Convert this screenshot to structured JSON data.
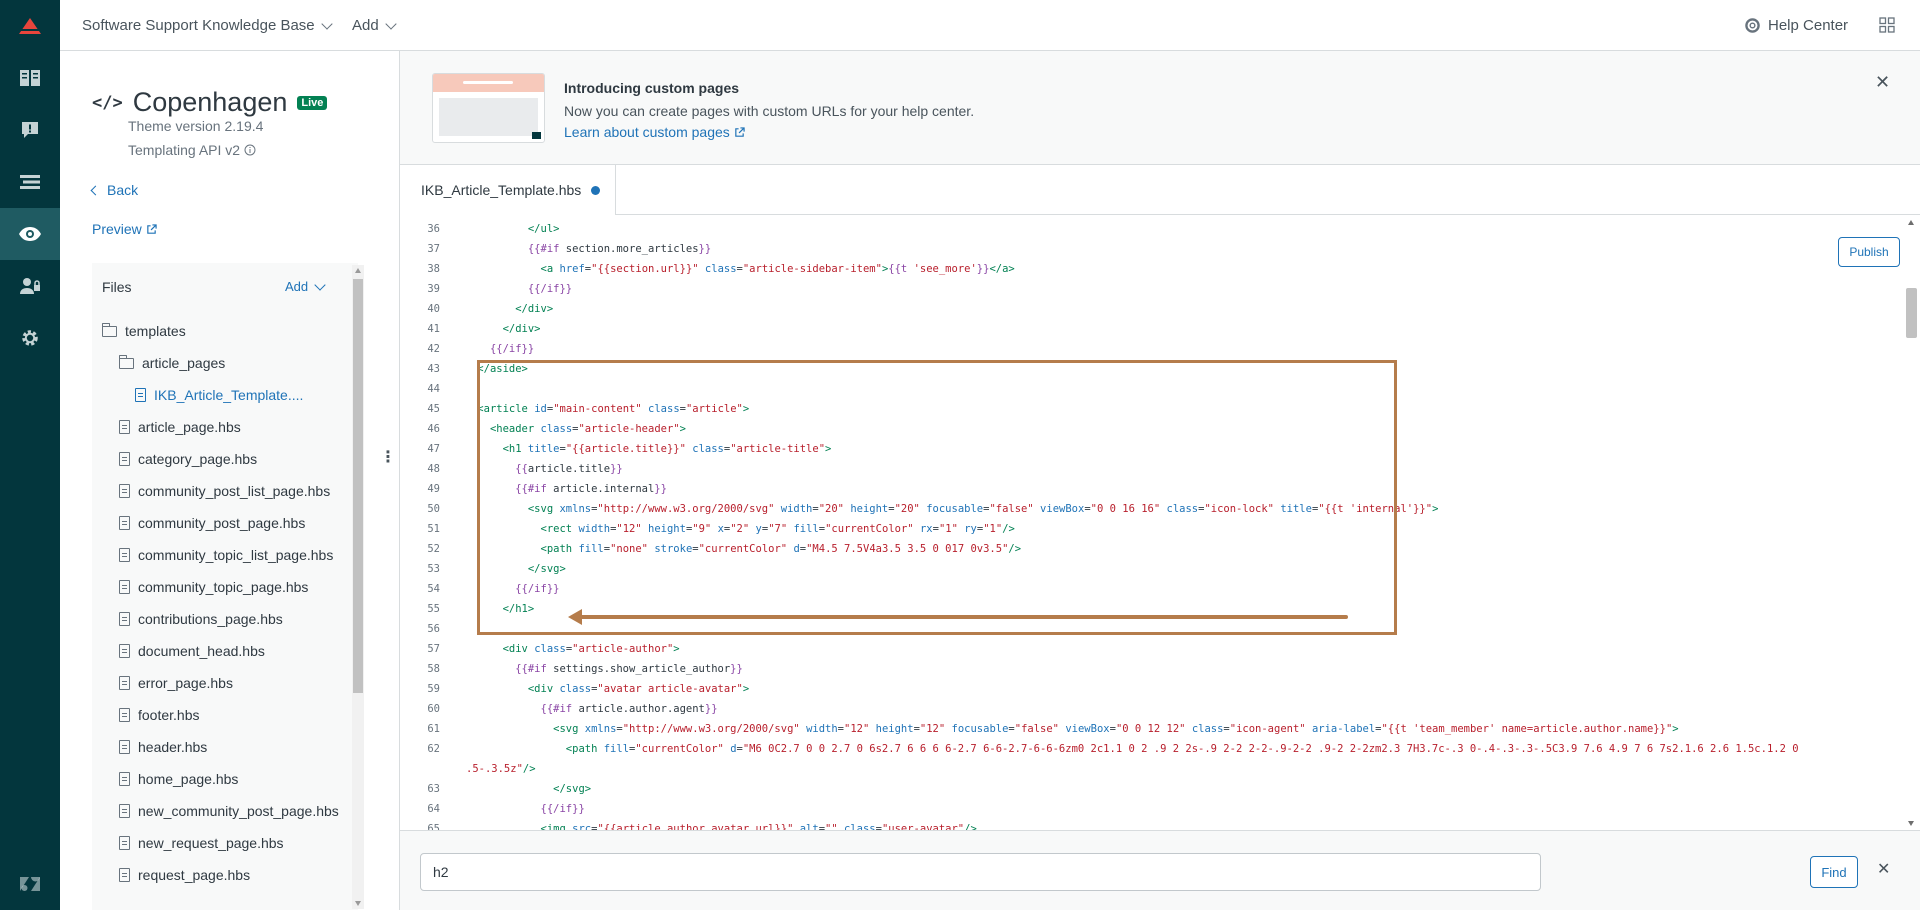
{
  "topbar": {
    "brand": "Software Support Knowledge Base",
    "add_label": "Add",
    "help_center": "Help Center"
  },
  "theme": {
    "name": "Copenhagen",
    "live_badge": "Live",
    "version": "Theme version 2.19.4",
    "api": "Templating API v2",
    "back": "Back",
    "preview": "Preview"
  },
  "files": {
    "heading": "Files",
    "add_label": "Add",
    "items": [
      {
        "label": "templates",
        "type": "folder"
      },
      {
        "label": "article_pages",
        "type": "folder"
      },
      {
        "label": "IKB_Article_Template....",
        "type": "file-selected"
      },
      {
        "label": "article_page.hbs",
        "type": "file"
      },
      {
        "label": "category_page.hbs",
        "type": "file"
      },
      {
        "label": "community_post_list_page.hbs",
        "type": "file"
      },
      {
        "label": "community_post_page.hbs",
        "type": "file"
      },
      {
        "label": "community_topic_list_page.hbs",
        "type": "file"
      },
      {
        "label": "community_topic_page.hbs",
        "type": "file"
      },
      {
        "label": "contributions_page.hbs",
        "type": "file"
      },
      {
        "label": "document_head.hbs",
        "type": "file"
      },
      {
        "label": "error_page.hbs",
        "type": "file"
      },
      {
        "label": "footer.hbs",
        "type": "file"
      },
      {
        "label": "header.hbs",
        "type": "file"
      },
      {
        "label": "home_page.hbs",
        "type": "file"
      },
      {
        "label": "new_community_post_page.hbs",
        "type": "file"
      },
      {
        "label": "new_request_page.hbs",
        "type": "file"
      },
      {
        "label": "request_page.hbs",
        "type": "file"
      }
    ]
  },
  "banner": {
    "title": "Introducing custom pages",
    "description": "Now you can create pages with custom URLs for your help center.",
    "link": "Learn about custom pages"
  },
  "tab": {
    "label": "IKB_Article_Template.hbs"
  },
  "editor": {
    "publish_label": "Publish",
    "lines": [
      {
        "n": "36",
        "html": "            <span class=\"tag\">&lt;/ul&gt;</span>"
      },
      {
        "n": "37",
        "html": "            <span class=\"hb\">{{#if</span> section.more_articles<span class=\"hb\">}}</span>"
      },
      {
        "n": "38",
        "html": "              <span class=\"tag\">&lt;a</span> <span class=\"attr\">href</span>=<span class=\"str\">\"{{section.url}}\"</span> <span class=\"attr\">class</span>=<span class=\"str\">\"article-sidebar-item\"</span><span class=\"tag\">&gt;</span><span class=\"hb\">{{t</span> <span class=\"str\">'see_more'</span><span class=\"hb\">}}</span><span class=\"tag\">&lt;/a&gt;</span>"
      },
      {
        "n": "39",
        "html": "            <span class=\"hb\">{{/if}}</span>"
      },
      {
        "n": "40",
        "html": "          <span class=\"tag\">&lt;/div&gt;</span>"
      },
      {
        "n": "41",
        "html": "        <span class=\"tag\">&lt;/div&gt;</span>"
      },
      {
        "n": "42",
        "html": "      <span class=\"hb\">{{/if}}</span>"
      },
      {
        "n": "43",
        "html": "    <span class=\"tag\">&lt;/aside&gt;</span>"
      },
      {
        "n": "44",
        "html": ""
      },
      {
        "n": "45",
        "html": "    <span class=\"tag\">&lt;article</span> <span class=\"attr\">id</span>=<span class=\"str\">\"main-content\"</span> <span class=\"attr\">class</span>=<span class=\"str\">\"article\"</span><span class=\"tag\">&gt;</span>"
      },
      {
        "n": "46",
        "html": "      <span class=\"tag\">&lt;header</span> <span class=\"attr\">class</span>=<span class=\"str\">\"article-header\"</span><span class=\"tag\">&gt;</span>"
      },
      {
        "n": "47",
        "html": "        <span class=\"tag\">&lt;h1</span> <span class=\"attr\">title</span>=<span class=\"str\">\"{{article.title}}\"</span> <span class=\"attr\">class</span>=<span class=\"str\">\"article-title\"</span><span class=\"tag\">&gt;</span>"
      },
      {
        "n": "48",
        "html": "          <span class=\"hb\">{{</span>article.title<span class=\"hb\">}}</span>"
      },
      {
        "n": "49",
        "html": "          <span class=\"hb\">{{#if</span> article.internal<span class=\"hb\">}}</span>"
      },
      {
        "n": "50",
        "html": "            <span class=\"tag\">&lt;svg</span> <span class=\"attr\">xmlns</span>=<span class=\"str\">\"http://www.w3.org/2000/svg\"</span> <span class=\"attr\">width</span>=<span class=\"str\">\"20\"</span> <span class=\"attr\">height</span>=<span class=\"str\">\"20\"</span> <span class=\"attr\">focusable</span>=<span class=\"str\">\"false\"</span> <span class=\"attr\">viewBox</span>=<span class=\"str\">\"0 0 16 16\"</span> <span class=\"attr\">class</span>=<span class=\"str\">\"icon-lock\"</span> <span class=\"attr\">title</span>=<span class=\"str\">\"{{t 'internal'}}\"</span><span class=\"tag\">&gt;</span>"
      },
      {
        "n": "51",
        "html": "              <span class=\"tag\">&lt;rect</span> <span class=\"attr\">width</span>=<span class=\"str\">\"12\"</span> <span class=\"attr\">height</span>=<span class=\"str\">\"9\"</span> <span class=\"attr\">x</span>=<span class=\"str\">\"2\"</span> <span class=\"attr\">y</span>=<span class=\"str\">\"7\"</span> <span class=\"attr\">fill</span>=<span class=\"str\">\"currentColor\"</span> <span class=\"attr\">rx</span>=<span class=\"str\">\"1\"</span> <span class=\"attr\">ry</span>=<span class=\"str\">\"1\"</span><span class=\"tag\">/&gt;</span>"
      },
      {
        "n": "52",
        "html": "              <span class=\"tag\">&lt;path</span> <span class=\"attr\">fill</span>=<span class=\"str\">\"none\"</span> <span class=\"attr\">stroke</span>=<span class=\"str\">\"currentColor\"</span> <span class=\"attr\">d</span>=<span class=\"str\">\"M4.5 7.5V4a3.5 3.5 0 017 0v3.5\"</span><span class=\"tag\">/&gt;</span>"
      },
      {
        "n": "53",
        "html": "            <span class=\"tag\">&lt;/svg&gt;</span>"
      },
      {
        "n": "54",
        "html": "          <span class=\"hb\">{{/if}}</span>"
      },
      {
        "n": "55",
        "html": "        <span class=\"tag\">&lt;/h1&gt;</span>"
      },
      {
        "n": "56",
        "html": ""
      },
      {
        "n": "57",
        "html": "        <span class=\"tag\">&lt;div</span> <span class=\"attr\">class</span>=<span class=\"str\">\"article-author\"</span><span class=\"tag\">&gt;</span>"
      },
      {
        "n": "58",
        "html": "          <span class=\"hb\">{{#if</span> settings.show_article_author<span class=\"hb\">}}</span>"
      },
      {
        "n": "59",
        "html": "            <span class=\"tag\">&lt;div</span> <span class=\"attr\">class</span>=<span class=\"str\">\"avatar article-avatar\"</span><span class=\"tag\">&gt;</span>"
      },
      {
        "n": "60",
        "html": "              <span class=\"hb\">{{#if</span> article.author.agent<span class=\"hb\">}}</span>"
      },
      {
        "n": "61",
        "html": "                <span class=\"tag\">&lt;svg</span> <span class=\"attr\">xmlns</span>=<span class=\"str\">\"http://www.w3.org/2000/svg\"</span> <span class=\"attr\">width</span>=<span class=\"str\">\"12\"</span> <span class=\"attr\">height</span>=<span class=\"str\">\"12\"</span> <span class=\"attr\">focusable</span>=<span class=\"str\">\"false\"</span> <span class=\"attr\">viewBox</span>=<span class=\"str\">\"0 0 12 12\"</span> <span class=\"attr\">class</span>=<span class=\"str\">\"icon-agent\"</span> <span class=\"attr\">aria-label</span>=<span class=\"str\">\"{{t 'team_member' name=article.author.name}}\"</span><span class=\"tag\">&gt;</span>"
      },
      {
        "n": "62",
        "html": "                  <span class=\"tag\">&lt;path</span> <span class=\"attr\">fill</span>=<span class=\"str\">\"currentColor\"</span> <span class=\"attr\">d</span>=<span class=\"str\">\"M6 0C2.7 0 0 2.7 0 6s2.7 6 6 6 6-2.7 6-6-2.7-6-6-6zm0 2c1.1 0 2 .9 2 2s-.9 2-2 2-2-.9-2-2 .9-2 2-2zm2.3 7H3.7c-.3 0-.4-.3-.3-.5C3.9 7.6 4.9 7 6 7s2.1.6 2.6 1.5c.1.2 0</span>"
      },
      {
        "n": "",
        "html": "<span class=\"str\">.5-.3.5z\"</span><span class=\"tag\">/&gt;</span>"
      },
      {
        "n": "63",
        "html": "                <span class=\"tag\">&lt;/svg&gt;</span>"
      },
      {
        "n": "64",
        "html": "              <span class=\"hb\">{{/if}}</span>"
      },
      {
        "n": "65",
        "html": "              <span class=\"tag\">&lt;img</span> <span class=\"attr\">src</span>=<span class=\"str\">\"{{article.author.avatar_url}}\"</span> <span class=\"attr\">alt</span>=<span class=\"str\">\"\"</span> <span class=\"attr\">class</span>=<span class=\"str\">\"user-avatar\"</span><span class=\"tag\">/&gt;</span>"
      }
    ]
  },
  "find": {
    "value": "h2",
    "button": "Find"
  },
  "colors": {
    "rail": "#03363d",
    "accent": "#1f73b7",
    "live": "#038153",
    "annotation": "#b57c4b"
  },
  "icons": [
    "zendesk-logo-icon",
    "guide-icon",
    "alert-icon",
    "arrange-icon",
    "eye-icon",
    "user-permissions-icon",
    "settings-icon",
    "zendesk-z-icon",
    "code-icon",
    "info-icon",
    "external-link-icon",
    "help-center-icon",
    "apps-grid-icon",
    "close-icon",
    "folder-icon",
    "file-icon",
    "kebab-icon"
  ]
}
